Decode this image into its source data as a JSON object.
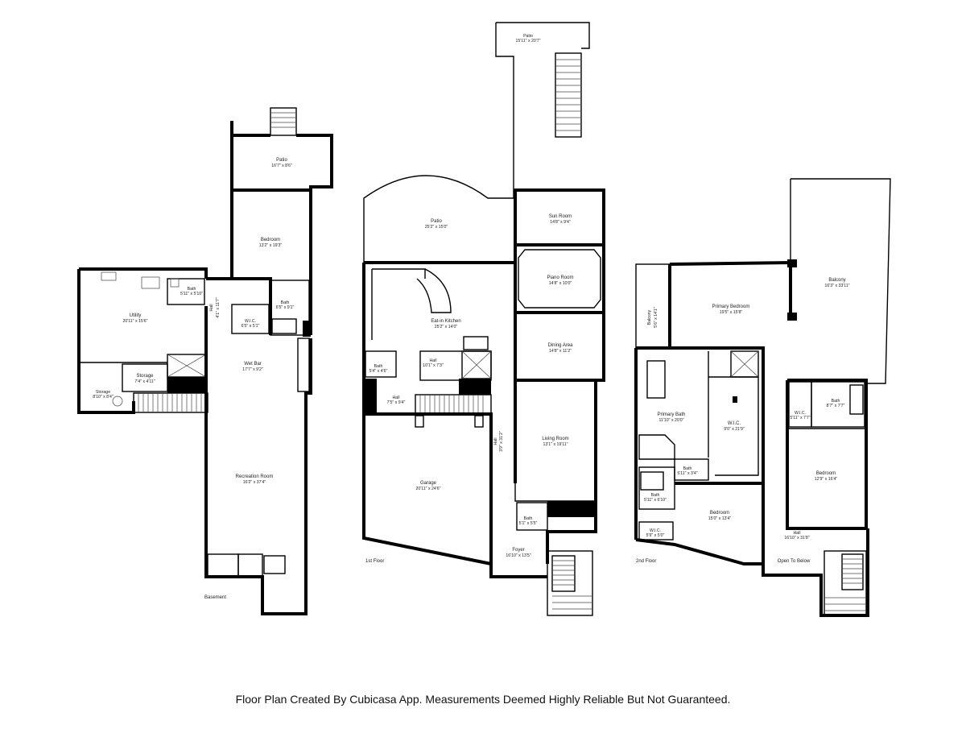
{
  "footer": "Floor Plan Created By Cubicasa App. Measurements Deemed Highly Reliable But Not Guaranteed.",
  "floors": {
    "basement": {
      "label": "Basement",
      "rooms": {
        "patio": {
          "name": "Patio",
          "dims": "16'7\" x 8'6\""
        },
        "bedroom": {
          "name": "Bedroom",
          "dims": "13'2\" x 19'3\""
        },
        "utility": {
          "name": "Utility",
          "dims": "20'11\" x 15'6\""
        },
        "bath_small": {
          "name": "Bath",
          "dims": "5'11\" x 5'10\""
        },
        "hall": {
          "name": "Hall",
          "dims": "4'1\" x 11'7\""
        },
        "bath": {
          "name": "Bath",
          "dims": "6'5\" x 9'1\""
        },
        "wic": {
          "name": "W.I.C.",
          "dims": "6'5\" x 5'1\""
        },
        "wet_bar": {
          "name": "Wet Bar",
          "dims": "17'7\" x 9'2\""
        },
        "storage_a": {
          "name": "Storage",
          "dims": "7'4\" x 4'11\""
        },
        "storage_b": {
          "name": "Storage",
          "dims": "8'10\" x 8'4\""
        },
        "recreation": {
          "name": "Recreation Room",
          "dims": "16'2\" x 37'4\""
        }
      }
    },
    "first": {
      "label": "1st Floor",
      "rooms": {
        "patio_top": {
          "name": "Patio",
          "dims": "15'11\" x 20'7\""
        },
        "patio": {
          "name": "Patio",
          "dims": "25'2\" x 15'0\""
        },
        "sun_room": {
          "name": "Sun Room",
          "dims": "14'8\" x 9'4\""
        },
        "piano_room": {
          "name": "Piano Room",
          "dims": "14'8\" x 10'0\""
        },
        "kitchen": {
          "name": "Eat-in Kitchen",
          "dims": "25'2\" x 14'0\""
        },
        "dining": {
          "name": "Dining Area",
          "dims": "14'8\" x 11'2\""
        },
        "bath_a": {
          "name": "Bath",
          "dims": "5'4\" x 4'6\""
        },
        "hall_a": {
          "name": "Hall",
          "dims": "10'1\" x 7'3\""
        },
        "hall_b": {
          "name": "Hall",
          "dims": "7'5\" x 9'4\""
        },
        "hall_c": {
          "name": "Hall",
          "dims": "3'9\" x 31'2\""
        },
        "living": {
          "name": "Living Room",
          "dims": "13'1\" x 19'11\""
        },
        "garage": {
          "name": "Garage",
          "dims": "20'11\" x 24'6\""
        },
        "bath_b": {
          "name": "Bath",
          "dims": "5'1\" x 5'5\""
        },
        "foyer": {
          "name": "Foyer",
          "dims": "16'10\" x 13'5\""
        }
      }
    },
    "second": {
      "label": "2nd Floor",
      "rooms": {
        "balcony_big": {
          "name": "Balcony",
          "dims": "16'3\" x 33'11\""
        },
        "balcony_small": {
          "name": "Balcony",
          "dims": "5'6\" x 14'1\""
        },
        "primary_bedroom": {
          "name": "Primary Bedroom",
          "dims": "19'5\" x 15'8\""
        },
        "primary_bath": {
          "name": "Primary Bath",
          "dims": "11'10\" x 20'0\""
        },
        "wic": {
          "name": "W.I.C.",
          "dims": "9'0\" x 21'9\""
        },
        "bath_a": {
          "name": "Bath",
          "dims": "5'11\" x 3'4\""
        },
        "bath_b": {
          "name": "Bath",
          "dims": "5'11\" x 6'10\""
        },
        "wic_small": {
          "name": "W.I.C.",
          "dims": "5'9\" x 5'0\""
        },
        "bedroom": {
          "name": "Bedroom",
          "dims": "15'0\" x 13'4\""
        },
        "wic_b": {
          "name": "W.I.C.",
          "dims": "5'11\" x 7'7\""
        },
        "bath_c": {
          "name": "Bath",
          "dims": "8'7\" x 7'7\""
        },
        "bedroom_b": {
          "name": "Bedroom",
          "dims": "12'9\" x 16'4\""
        },
        "hall": {
          "name": "Hall",
          "dims": "16'10\" x 31'8\""
        },
        "open_below": {
          "name": "Open To Below"
        }
      }
    }
  }
}
